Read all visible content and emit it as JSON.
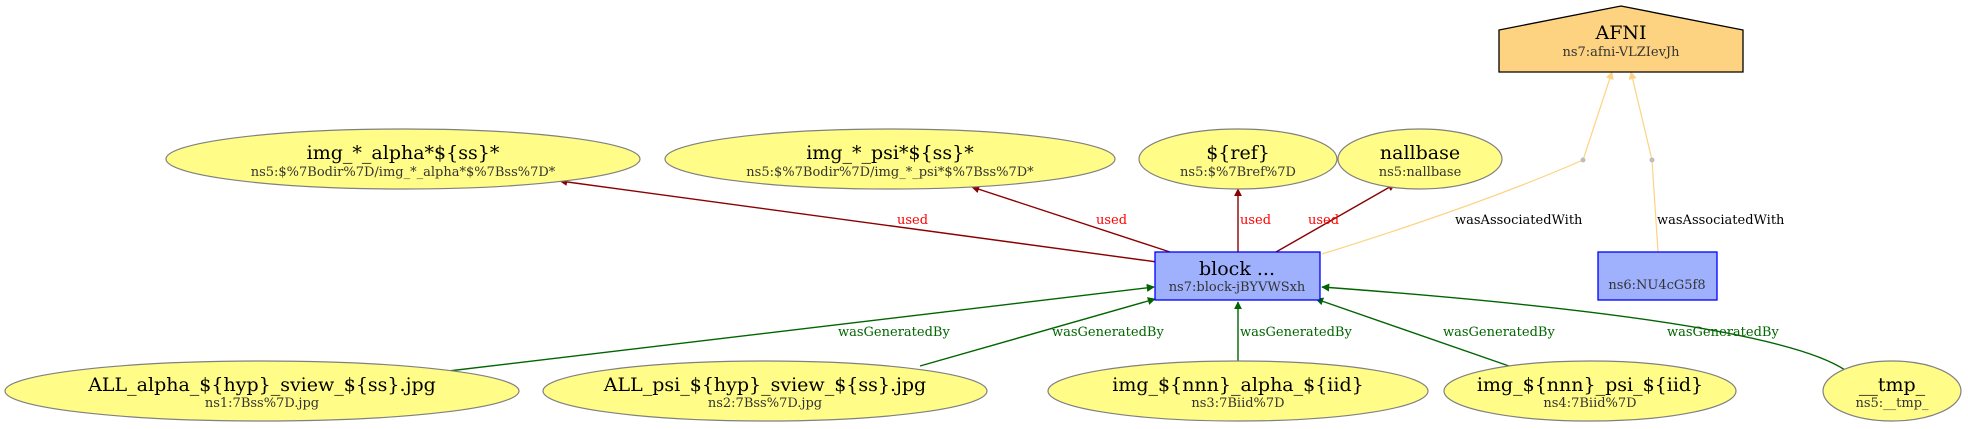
{
  "nodes": {
    "afni": {
      "title": "AFNI",
      "sub": "ns7:afni-VLZIevJh",
      "fill": "#fdd382",
      "stroke": "#000000"
    },
    "img_alpha_ss": {
      "title": "img_*_alpha*${ss}*",
      "sub": "ns5:$%7Bodir%7D/img_*_alpha*$%7Bss%7D*",
      "fill": "#fffc87",
      "stroke": "#808080"
    },
    "img_psi_ss": {
      "title": "img_*_psi*${ss}*",
      "sub": "ns5:$%7Bodir%7D/img_*_psi*$%7Bss%7D*",
      "fill": "#fffc87",
      "stroke": "#808080"
    },
    "ref": {
      "title": "${ref}",
      "sub": "ns5:$%7Bref%7D",
      "fill": "#fffc87",
      "stroke": "#808080"
    },
    "nallbase": {
      "title": "nallbase",
      "sub": "ns5:nallbase",
      "fill": "#fffc87",
      "stroke": "#808080"
    },
    "block": {
      "title": "block ...",
      "sub": "ns7:block-jBYVWSxh",
      "fill": "#9fb1fc",
      "stroke": "#0000ff"
    },
    "nu4": {
      "title": "",
      "sub": "ns6:NU4cG5f8",
      "fill": "#9fb1fc",
      "stroke": "#0000ff"
    },
    "all_alpha": {
      "title": "ALL_alpha_${hyp}_sview_${ss}.jpg",
      "sub": "ns1:7Bss%7D.jpg",
      "fill": "#fffc87",
      "stroke": "#808080"
    },
    "all_psi": {
      "title": "ALL_psi_${hyp}_sview_${ss}.jpg",
      "sub": "ns2:7Bss%7D.jpg",
      "fill": "#fffc87",
      "stroke": "#808080"
    },
    "img_nnn_alpha": {
      "title": "img_${nnn}_alpha_${iid}",
      "sub": "ns3:7Biid%7D",
      "fill": "#fffc87",
      "stroke": "#808080"
    },
    "img_nnn_psi": {
      "title": "img_${nnn}_psi_${iid}",
      "sub": "ns4:7Biid%7D",
      "fill": "#fffc87",
      "stroke": "#808080"
    },
    "tmp": {
      "title": "__tmp_",
      "sub": "ns5:__tmp_",
      "fill": "#fffc87",
      "stroke": "#808080"
    }
  },
  "edges": {
    "used1": {
      "label": "used",
      "color": "#8b0000",
      "label_color": "#ff0000"
    },
    "used2": {
      "label": "used",
      "color": "#8b0000",
      "label_color": "#ff0000"
    },
    "used3": {
      "label": "used",
      "color": "#8b0000",
      "label_color": "#ff0000"
    },
    "used4": {
      "label": "used",
      "color": "#8b0000",
      "label_color": "#ff0000"
    },
    "assoc1": {
      "label": "wasAssociatedWith",
      "color": "#fdd382",
      "label_color": "#000000"
    },
    "assoc2": {
      "label": "wasAssociatedWith",
      "color": "#fdd382",
      "label_color": "#000000"
    },
    "gen1": {
      "label": "wasGeneratedBy",
      "color": "#006400",
      "label_color": "#006400"
    },
    "gen2": {
      "label": "wasGeneratedBy",
      "color": "#006400",
      "label_color": "#006400"
    },
    "gen3": {
      "label": "wasGeneratedBy",
      "color": "#006400",
      "label_color": "#006400"
    },
    "gen4": {
      "label": "wasGeneratedBy",
      "color": "#006400",
      "label_color": "#006400"
    },
    "gen5": {
      "label": "wasGeneratedBy",
      "color": "#006400",
      "label_color": "#006400"
    }
  }
}
